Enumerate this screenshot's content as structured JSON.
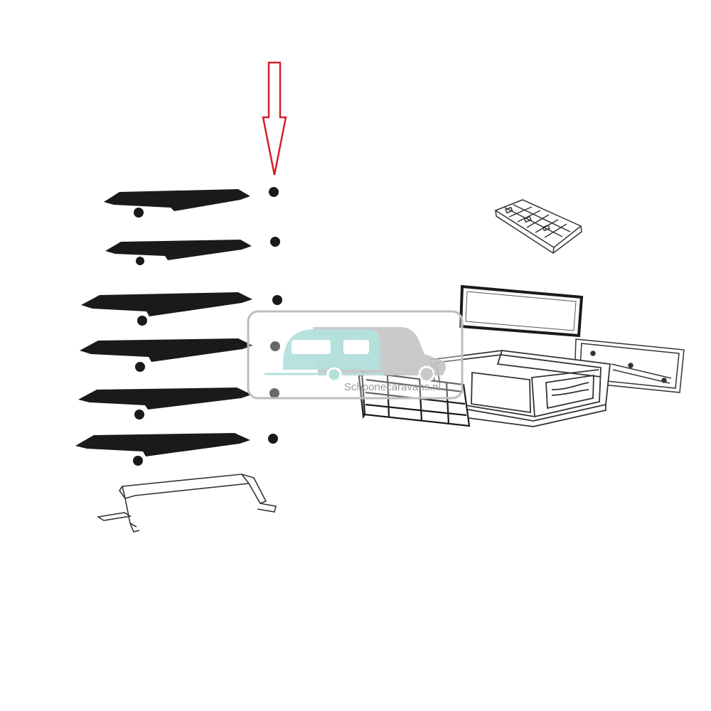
{
  "watermark": {
    "text": "Schoonecaravans.nl",
    "logo": "caravan-and-camper-logo",
    "colors": {
      "caravan": "#b3e0dc",
      "camper": "#c4c4c4",
      "frame": "#bdbdbd"
    }
  },
  "pointer": {
    "icon": "down-arrow-icon",
    "color": "#d0202a"
  },
  "parts": {
    "shelves": {
      "count": 6
    },
    "shelf_clips_right": {
      "count": 6
    },
    "shelf_clips_left": {
      "count": 6
    },
    "items": [
      "ice-cube-tray",
      "crisper-cover",
      "vegetable-drawer",
      "drawer-front-grille",
      "drawer-rail"
    ]
  },
  "colors": {
    "ink": "#1a1a1a",
    "paper": "#ffffff"
  }
}
